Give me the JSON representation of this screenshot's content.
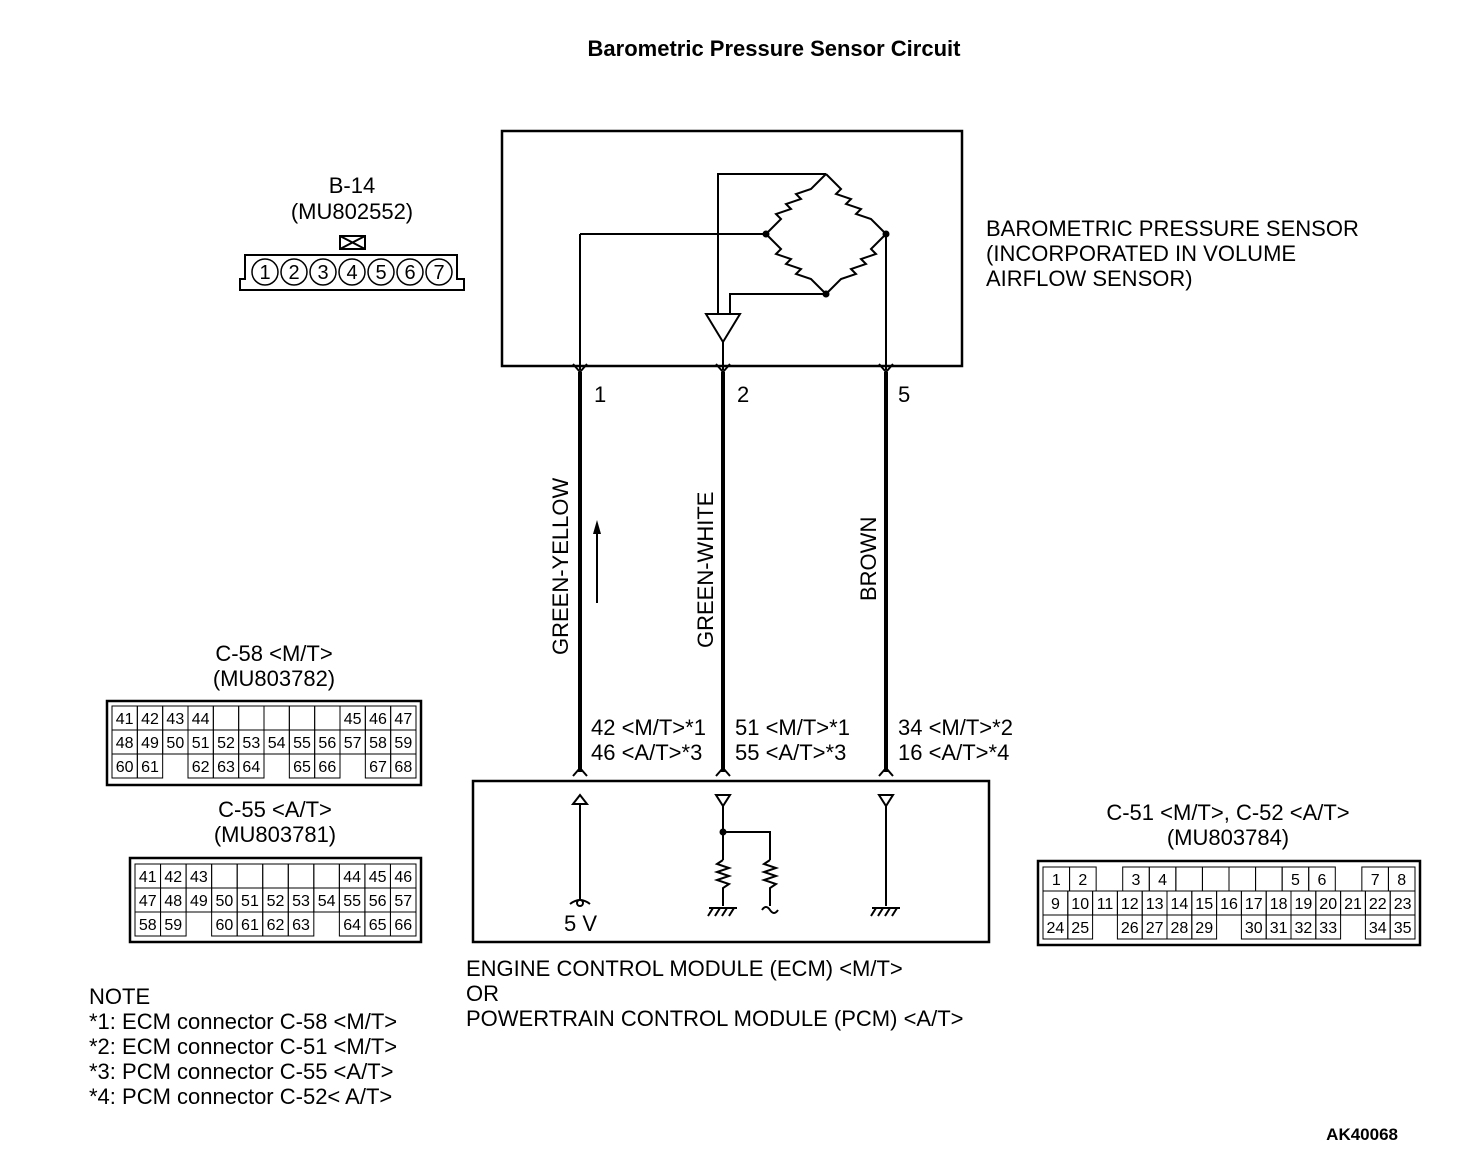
{
  "title": "Barometric Pressure Sensor Circuit",
  "figure_code": "AK40068",
  "sensor": {
    "label_lines": [
      "BAROMETRIC PRESSURE SENSOR",
      "(INCORPORATED IN VOLUME",
      "AIRFLOW SENSOR)"
    ],
    "pins": [
      "1",
      "2",
      "5"
    ]
  },
  "wires": [
    "GREEN-YELLOW",
    "GREEN-WHITE",
    "BROWN"
  ],
  "ecm_pins": [
    [
      "42 <M/T>*1",
      "46 <A/T>*3"
    ],
    [
      "51 <M/T>*1",
      "55 <A/T>*3"
    ],
    [
      "34 <M/T>*2",
      "16 <A/T>*4"
    ]
  ],
  "module": {
    "label_lines": [
      "ENGINE CONTROL MODULE (ECM) <M/T>",
      "OR",
      "POWERTRAIN CONTROL MODULE (PCM) <A/T>"
    ],
    "voltage": "5 V"
  },
  "connectors": {
    "b14": {
      "name": "B-14",
      "part": "(MU802552)",
      "pins": [
        "1",
        "2",
        "3",
        "4",
        "5",
        "6",
        "7"
      ]
    },
    "c58": {
      "name": "C-58 <M/T>",
      "part": "(MU803782)",
      "rows": [
        [
          "41",
          "42",
          "43",
          "44",
          "",
          "",
          "",
          "",
          "",
          "45",
          "46",
          "47"
        ],
        [
          "48",
          "49",
          "50",
          "51",
          "52",
          "53",
          "54",
          "55",
          "56",
          "57",
          "58",
          "59"
        ],
        [
          "60",
          "61",
          "",
          "62",
          "63",
          "64",
          "",
          "65",
          "66",
          "",
          "67",
          "68"
        ]
      ]
    },
    "c55": {
      "name": "C-55 <A/T>",
      "part": "(MU803781)",
      "rows": [
        [
          "41",
          "42",
          "43",
          "",
          "",
          "",
          "",
          "",
          "44",
          "45",
          "46"
        ],
        [
          "47",
          "48",
          "49",
          "50",
          "51",
          "52",
          "53",
          "54",
          "55",
          "56",
          "57"
        ],
        [
          "58",
          "59",
          "",
          "60",
          "61",
          "62",
          "63",
          "",
          "64",
          "65",
          "66"
        ]
      ]
    },
    "c51": {
      "name": "C-51 <M/T>, C-52 <A/T>",
      "part": "(MU803784)",
      "rows": [
        [
          "1",
          "2",
          "",
          "3",
          "4",
          "",
          "",
          "",
          "",
          "5",
          "6",
          "",
          "7",
          "8"
        ],
        [
          "9",
          "10",
          "11",
          "12",
          "13",
          "14",
          "15",
          "16",
          "17",
          "18",
          "19",
          "20",
          "21",
          "22",
          "23"
        ],
        [
          "24",
          "25",
          "",
          "26",
          "27",
          "28",
          "29",
          "",
          "30",
          "31",
          "32",
          "33",
          "",
          "34",
          "35"
        ]
      ]
    }
  },
  "notes": {
    "heading": "NOTE",
    "items": [
      "*1: ECM connector C-58 <M/T>",
      "*2: ECM connector C-51 <M/T>",
      "*3: PCM connector C-55 <A/T>",
      "*4: PCM connector C-52< A/T>"
    ]
  }
}
